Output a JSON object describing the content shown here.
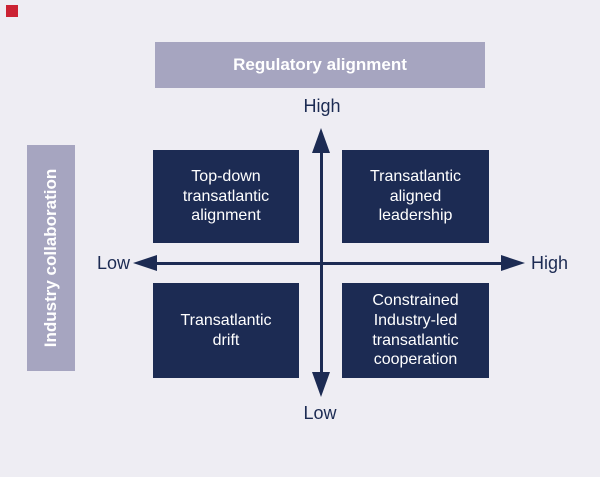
{
  "diagram": {
    "axis_banners": {
      "top": "Regulatory alignment",
      "left": "Industry collaboration"
    },
    "axis_labels": {
      "vertical_high": "High",
      "vertical_low": "Low",
      "horizontal_low": "Low",
      "horizontal_high": "High"
    },
    "quadrants": {
      "top_left": {
        "label": "Top-down\ntransatlantic\nalignment"
      },
      "top_right": {
        "label": "Transatlantic\naligned\nleadership"
      },
      "bottom_left": {
        "label": "Transatlantic\ndrift"
      },
      "bottom_right": {
        "label": "Constrained\nIndustry-led\ntransatlantic\ncooperation"
      }
    },
    "colors": {
      "background": "#eeedf3",
      "banner": "#a6a5c0",
      "quadrant_box": "#1c2b53",
      "axis": "#1c2b53",
      "box_text": "#ffffff",
      "red_marker": "#cb2233"
    }
  }
}
